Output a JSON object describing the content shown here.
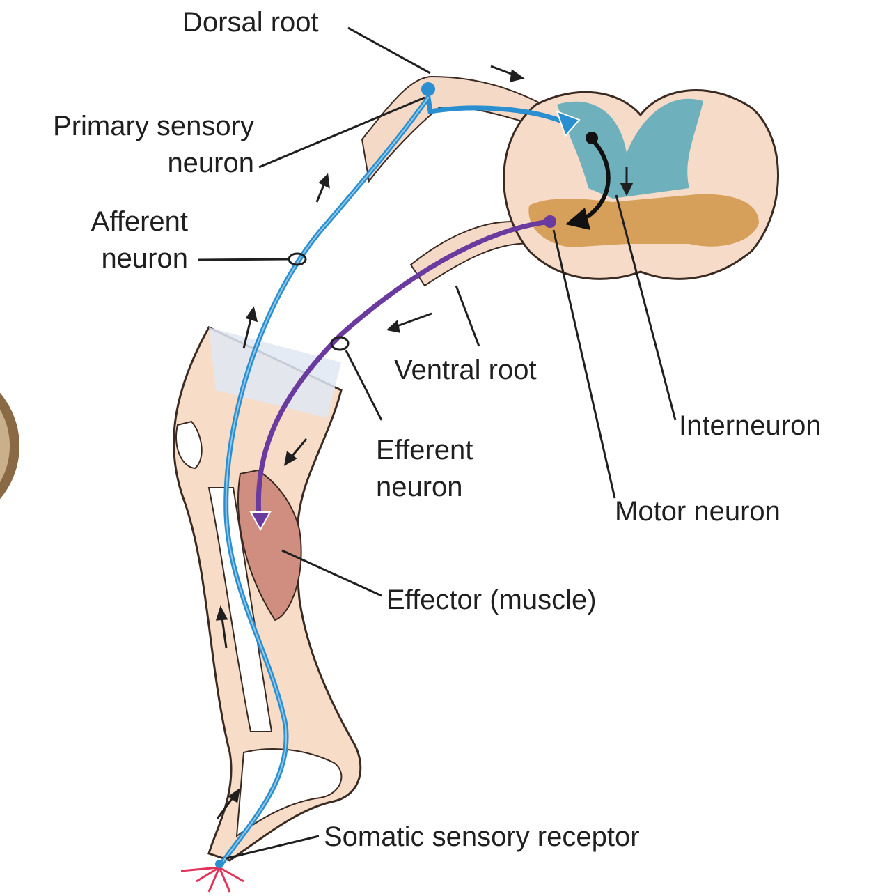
{
  "labels": {
    "dorsal_root": "Dorsal root",
    "primary_sensory_1": "Primary sensory",
    "primary_sensory_2": "neuron",
    "afferent_1": "Afferent",
    "afferent_2": "neuron",
    "ventral_root": "Ventral root",
    "efferent_1": "Efferent",
    "efferent_2": "neuron",
    "interneuron": "Interneuron",
    "motor_neuron": "Motor neuron",
    "effector": "Effector (muscle)",
    "receptor": "Somatic sensory receptor"
  },
  "colors": {
    "afferent_pathway": "#2a8fd0",
    "efferent_pathway": "#6a3a9e",
    "interneuron": "#111111",
    "gray_matter_dorsal": "#6fb0bd",
    "gray_matter_ventral": "#d6a05a",
    "white_matter": "#f6dcc8",
    "muscle": "#cf8e80",
    "skin": "#f7dcc7",
    "stimulus": "#e0345a"
  },
  "icons": {
    "stimulus": "red-burst-icon",
    "flow_arrow": "arrow-icon"
  }
}
